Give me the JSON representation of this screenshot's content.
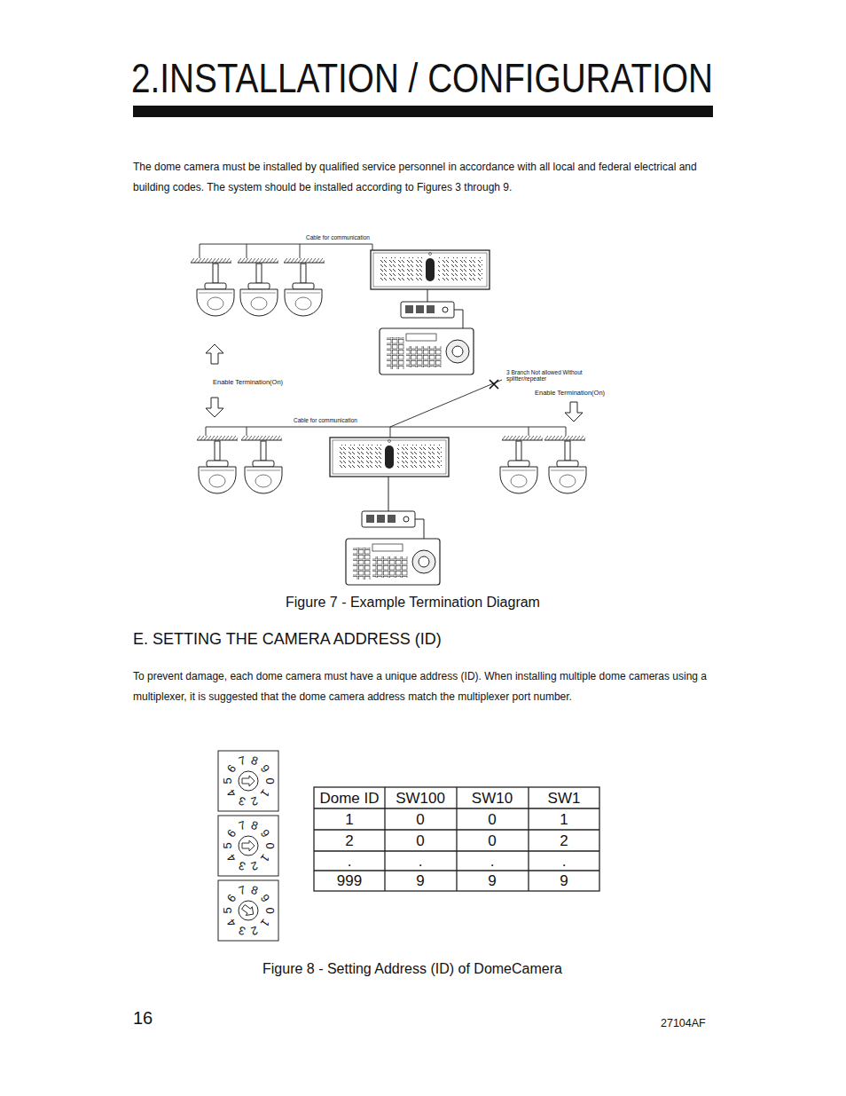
{
  "diagram": {
    "title": "2.INSTALLATION / CONFIGURATION",
    "caption": "Figure 7 - Example Termination Diagram",
    "labels": [
      "The dome camera must be installed by qualified service personnel in accordance with all local and federal electrical and building codes. The system should be installed according to Figures 3 through 9.",
      "Cable for communication",
      "Enable Termination(On)",
      "3 Branch Not allowed Without splitter/repeater",
      "Enable Termination(On)",
      "Cable for communication",
      "E. SETTING THE CAMERA ADDRESS (ID)",
      "To prevent damage, each dome camera must have a unique address (ID). When installing multiple dome cameras using a multiplexer, it is suggested that the dome camera address match the multiplexer port number.",
      "0",
      "1",
      "2",
      "3",
      "4",
      "5",
      "6",
      "7",
      "8",
      "9",
      "0",
      "1",
      "2",
      "3",
      "4",
      "5",
      "6",
      "7",
      "8",
      "9",
      "0",
      "1",
      "2",
      "3",
      "4",
      "5",
      "6",
      "7",
      "8",
      "9",
      "Dome ID",
      "SW100",
      "SW10",
      "SW1",
      "1",
      "0",
      "0",
      "1",
      "2",
      "0",
      "0",
      "2",
      ".",
      ".",
      ".",
      ".",
      "999",
      "9",
      "9",
      "9",
      "Figure 8 - Setting Address (ID) of DomeCamera",
      "16",
      "27104AF"
    ]
  }
}
